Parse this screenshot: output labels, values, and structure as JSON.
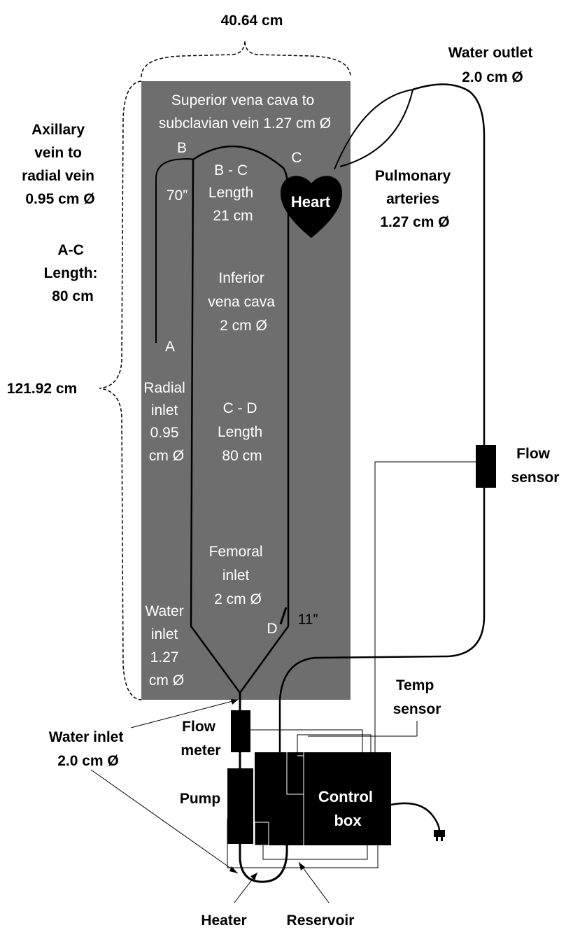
{
  "colors": {
    "panel": "#6e6e6e",
    "line": "#000000",
    "text_light": "#ffffff",
    "text_dark": "#000000"
  },
  "dimensions": {
    "width_label": "40.64 cm",
    "height_label": "121.92 cm"
  },
  "labels": {
    "water_outlet": [
      "Water outlet",
      "2.0 cm Ø"
    ],
    "axillary": [
      "Axillary",
      "vein to",
      "radial vein",
      "0.95 cm Ø"
    ],
    "ac_length": [
      "A-C",
      "Length:",
      "80 cm"
    ],
    "pulmonary": [
      "Pulmonary",
      "arteries",
      "1.27 cm Ø"
    ],
    "flow_sensor": [
      "Flow",
      "sensor"
    ],
    "temp_sensor": [
      "Temp",
      "sensor"
    ],
    "water_inlet_outside": [
      "Water inlet",
      "2.0 cm Ø"
    ],
    "flow_meter": [
      "Flow",
      "meter"
    ],
    "pump": "Pump",
    "control_box": [
      "Control",
      "box"
    ],
    "heater": "Heater",
    "reservoir": "Reservoir"
  },
  "panel": {
    "superior": [
      "Superior vena cava to",
      "subclavian vein 1.27 cm Ø"
    ],
    "point_b": "B",
    "point_c": "C",
    "point_a": "A",
    "point_d": "D",
    "angle_70": "70”",
    "angle_11": "11”",
    "bc_length": [
      "B - C",
      "Length",
      "21 cm"
    ],
    "heart": "Heart",
    "inferior": [
      "Inferior",
      "vena cava",
      "2 cm Ø"
    ],
    "radial_inlet": [
      "Radial",
      "inlet",
      "0.95",
      "cm Ø"
    ],
    "cd_length": [
      "C - D",
      "Length",
      "80 cm"
    ],
    "femoral": [
      "Femoral",
      "inlet",
      "2 cm Ø"
    ],
    "water_inlet_inside": [
      "Water",
      "inlet",
      "1.27",
      "cm Ø"
    ]
  }
}
